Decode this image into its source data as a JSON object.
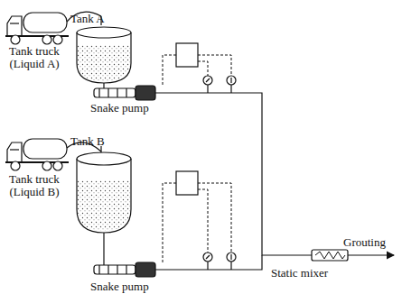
{
  "diagram": {
    "labels": [
      "Tank truck (Liquid A)",
      "Tank A",
      "Tank truck (Liquid B)",
      "Tank B",
      "Snake pump",
      "Snake pump",
      "Grouting",
      "Static mixer"
    ]
  }
}
